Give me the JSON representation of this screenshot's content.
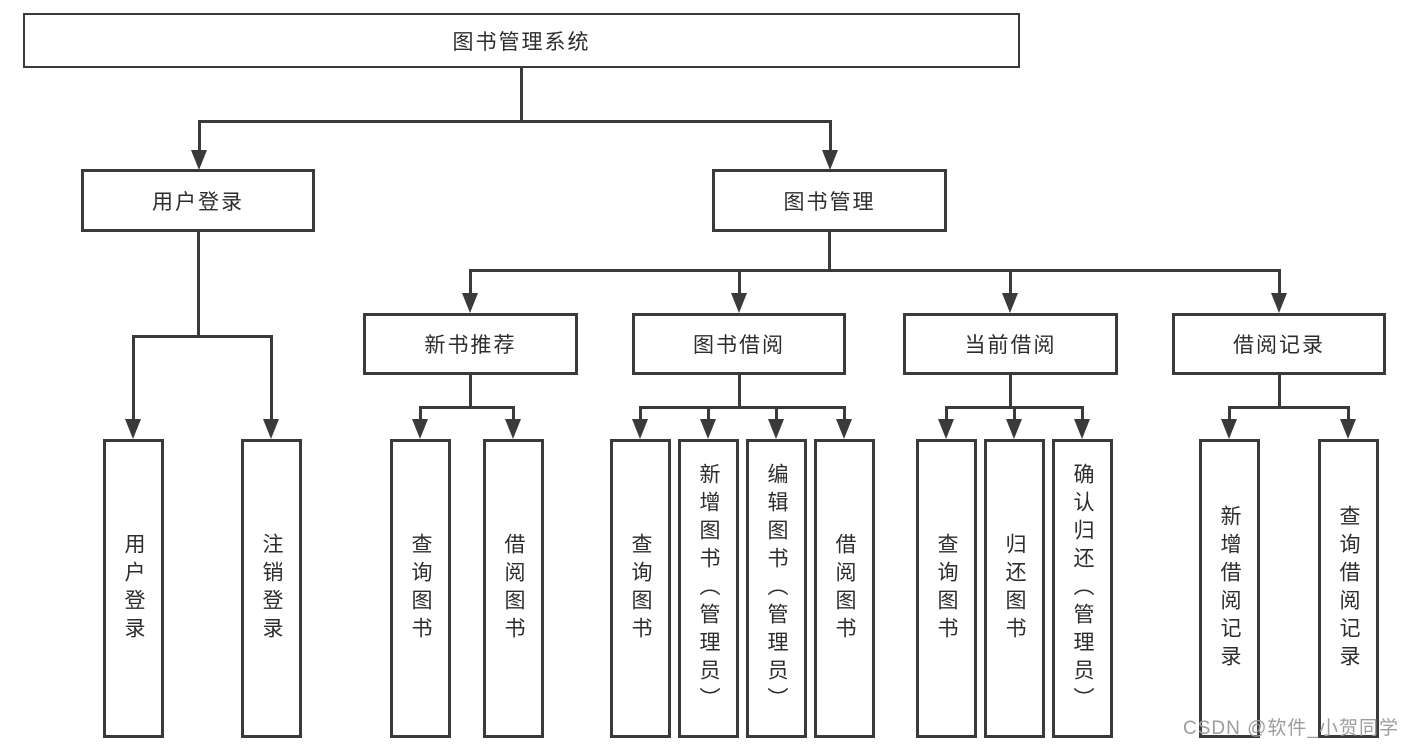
{
  "diagram": {
    "root": "图书管理系统",
    "branches": [
      {
        "label": "用户登录",
        "children": [
          "用户登录",
          "注销登录"
        ]
      },
      {
        "label": "图书管理",
        "children": [
          {
            "label": "新书推荐",
            "children": [
              "查询图书",
              "借阅图书"
            ]
          },
          {
            "label": "图书借阅",
            "children": [
              "查询图书",
              "新增图书（管理员）",
              "编辑图书（管理员）",
              "借阅图书"
            ]
          },
          {
            "label": "当前借阅",
            "children": [
              "查询图书",
              "归还图书",
              "确认归还（管理员）"
            ]
          },
          {
            "label": "借阅记录",
            "children": [
              "新增借阅记录",
              "查询借阅记录"
            ]
          }
        ]
      }
    ]
  },
  "watermark": "CSDN @软件_小贺同学",
  "colors": {
    "line": "#3a3a3a",
    "box_border": "#3a3a3a",
    "text": "#2d2d2d",
    "background": "#ffffff",
    "watermark": "#9d9d9d"
  }
}
